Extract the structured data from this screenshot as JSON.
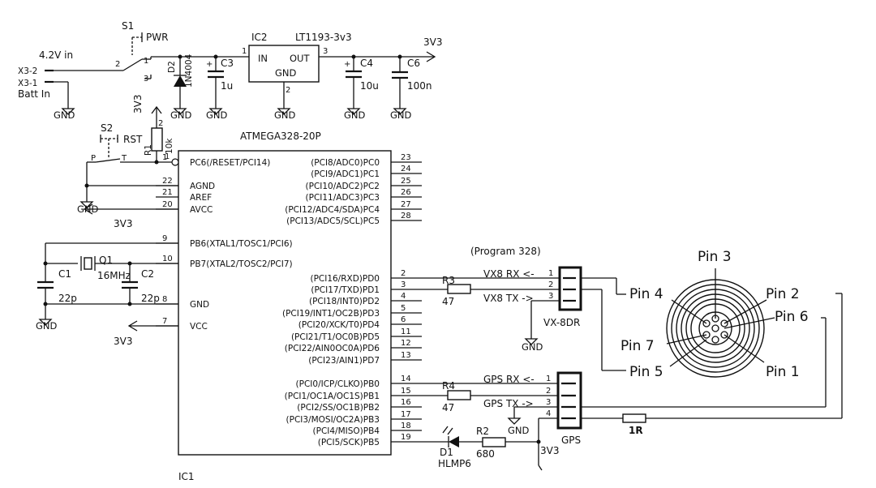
{
  "labels": {
    "s1": "S1",
    "pwr": "PWR",
    "in_42": "4.2V in",
    "x32": "X3-2",
    "x31": "X3-1",
    "batt_in": "Batt In",
    "d2": "D2",
    "in4004": "1N4004",
    "c3": "C3",
    "c3v": "1u",
    "ic2": "IC2",
    "lt1193": "LT1193-3v3",
    "ic2_in": "IN",
    "ic2_out": "OUT",
    "ic2_gnd": "GND",
    "c4": "C4",
    "c4v": "10u",
    "c6": "C6",
    "c6v": "100n",
    "v33_top": "3V3",
    "r1": "R1",
    "r1v": "10k",
    "v33_r1": "3V3",
    "s2": "S2",
    "rst": "RST",
    "sw_p": "P",
    "sw_t": "T",
    "atmega": "ATMEGA328-20P",
    "ic1": "IC1",
    "q1": "Q1",
    "q1v": "16MHz",
    "c1": "C1",
    "c1v": "22p",
    "c2": "C2",
    "c2v": "22p",
    "v33_avcc": "3V3",
    "v33_vcc": "3V3",
    "program": "(Program 328)",
    "vx8_rx": "VX8 RX <-",
    "vx8_tx": "VX8 TX ->",
    "r3": "R3",
    "r3v": "47",
    "vx8dr": "VX-8DR",
    "gps_rx": "GPS RX <-",
    "gps_tx": "GPS TX ->",
    "r4": "R4",
    "r4v": "47",
    "gps": "GPS",
    "d1": "D1",
    "hlmp6": "HLMP6",
    "r2": "R2",
    "r2v": "680",
    "v33_gps": "3V3",
    "r1r": "1R",
    "gnd": "GND",
    "sw_n1": "1",
    "sw_n2": "2",
    "sw_n3": "3",
    "ic2_n1": "1",
    "ic2_n2": "2",
    "ic2_n3": "3",
    "r1_n1": "1",
    "r1_n2": "2",
    "pin3": "Pin 3",
    "pin2": "Pin 2",
    "pin4": "Pin 4",
    "pin6": "Pin 6",
    "pin7": "Pin 7",
    "pin5": "Pin 5",
    "pin1": "Pin 1"
  },
  "ic_left_pins": [
    {
      "num": "1",
      "name": "PC6(/RESET/PCI14)"
    },
    {
      "num": "22",
      "name": "AGND"
    },
    {
      "num": "21",
      "name": "AREF"
    },
    {
      "num": "20",
      "name": "AVCC"
    },
    {
      "num": "9",
      "name": "PB6(XTAL1/TOSC1/PCI6)"
    },
    {
      "num": "10",
      "name": "PB7(XTAL2/TOSC2/PCI7)"
    },
    {
      "num": "8",
      "name": "GND"
    },
    {
      "num": "7",
      "name": "VCC"
    }
  ],
  "ic_right_pins": [
    {
      "num": "23",
      "name": "(PCI8/ADC0)PC0"
    },
    {
      "num": "24",
      "name": "(PCI9/ADC1)PC1"
    },
    {
      "num": "25",
      "name": "(PCI10/ADC2)PC2"
    },
    {
      "num": "26",
      "name": "(PCI11/ADC3)PC3"
    },
    {
      "num": "27",
      "name": "(PCI12/ADC4/SDA)PC4"
    },
    {
      "num": "28",
      "name": "(PCI13/ADC5/SCL)PC5"
    },
    {
      "num": "2",
      "name": "(PCI16/RXD)PD0"
    },
    {
      "num": "3",
      "name": "(PCI17/TXD)PD1"
    },
    {
      "num": "4",
      "name": "(PCI18/INT0)PD2"
    },
    {
      "num": "5",
      "name": "(PCI19/INT1/OC2B)PD3"
    },
    {
      "num": "6",
      "name": "(PCI20/XCK/T0)PD4"
    },
    {
      "num": "11",
      "name": "(PCI21/T1/OC0B)PD5"
    },
    {
      "num": "12",
      "name": "(PCI22/AIN0OC0A)PD6"
    },
    {
      "num": "13",
      "name": "(PCI23/AIN1)PD7"
    },
    {
      "num": "14",
      "name": "(PCI0/ICP/CLKO)PB0"
    },
    {
      "num": "15",
      "name": "(PCI1/OC1A/OC1S)PB1"
    },
    {
      "num": "16",
      "name": "(PCI2/SS/OC1B)PB2"
    },
    {
      "num": "17",
      "name": "(PCI3/MOSI/OC2A)PB3"
    },
    {
      "num": "18",
      "name": "(PCI4/MISO)PB4"
    },
    {
      "num": "19",
      "name": "(PCI5/SCK)PB5"
    }
  ],
  "vx8_pins": [
    "1",
    "2",
    "3"
  ],
  "gps_pins": [
    "1",
    "2",
    "3",
    "4"
  ]
}
